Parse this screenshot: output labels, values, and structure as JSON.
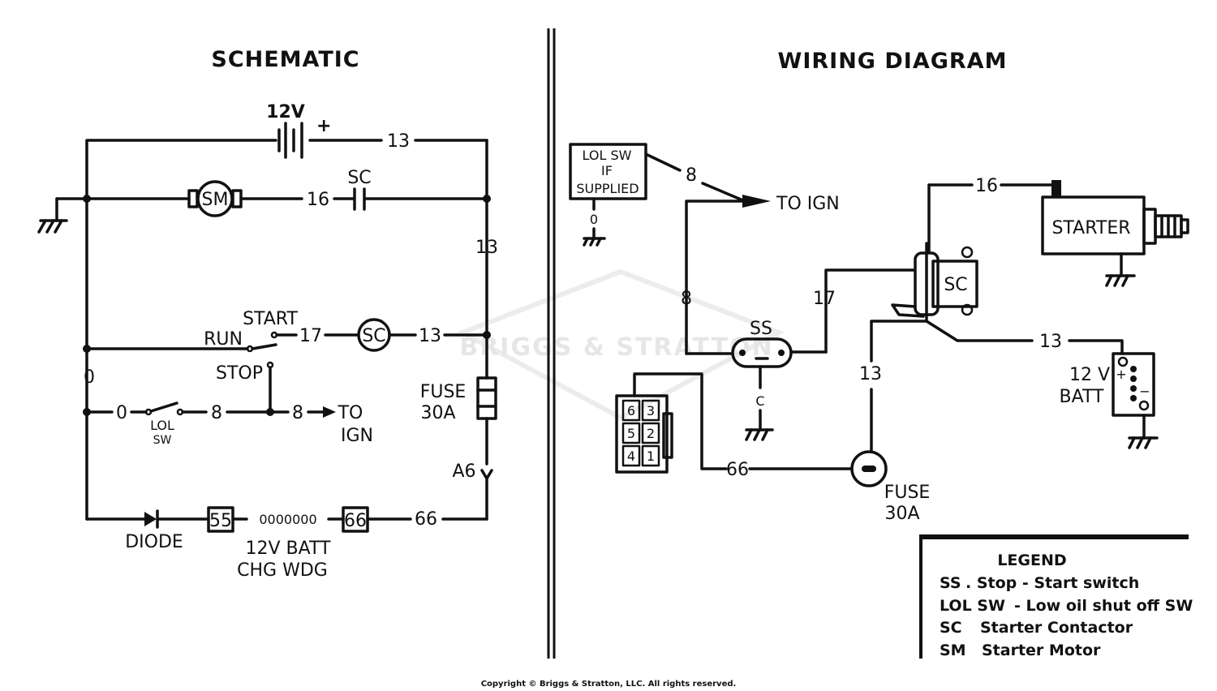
{
  "schematic": {
    "title": "SCHEMATIC",
    "battery_voltage": "12V",
    "battery_plus": "+",
    "wire_13_top": "13",
    "wire_16": "16",
    "wire_13_right": "13",
    "wire_17": "17",
    "wire_13_mid": "13",
    "wire_0": "0",
    "wire_0b": "0",
    "wire_8a": "8",
    "wire_8b": "8",
    "wire_66": "66",
    "a6": "A6",
    "sm": "SM",
    "sc_label": "SC",
    "sc_coil": "SC",
    "start": "START",
    "run": "RUN",
    "stop": "STOP",
    "lol": "LOL",
    "sw": "SW",
    "to": "TO",
    "ign": "IGN",
    "fuse": "FUSE",
    "fuse_amp": "30A",
    "diode": "DIODE",
    "term_55": "55",
    "term_66": "66",
    "coil_label": "0000000",
    "batt_line1": "12V  BATT",
    "batt_line2": "CHG  WDG"
  },
  "wiring": {
    "title": "WIRING DIAGRAM",
    "lol_box_1": "LOL SW",
    "lol_box_2": "IF",
    "lol_box_3": "SUPPLIED",
    "lol_wire_0": "0",
    "wire_8a": "8",
    "wire_8b": "8",
    "to_ign": "TO IGN",
    "wire_16": "16",
    "starter": "STARTER",
    "sc": "SC",
    "ss": "SS",
    "wire_17": "17",
    "wire_13a": "13",
    "wire_13b": "13",
    "wire_c": "C",
    "wire_66": "66",
    "fuse": "FUSE",
    "fuse_amp": "30A",
    "batt_line1": "12 V",
    "batt_line2": "BATT",
    "batt_plus": "+",
    "batt_minus": "−",
    "conn_cells": [
      "6",
      "3",
      "5",
      "2",
      "4",
      "1"
    ]
  },
  "legend": {
    "title": "LEGEND",
    "items": [
      {
        "abbr": "SS",
        "desc": ". Stop - Start switch"
      },
      {
        "abbr": "LOL SW",
        "desc": "- Low oil shut off SW"
      },
      {
        "abbr": "SC",
        "desc": "Starter Contactor"
      },
      {
        "abbr": "SM",
        "desc": "Starter Motor"
      }
    ]
  },
  "watermark": "BRIGGS & STRATTON",
  "copyright": "Copyright © Briggs & Stratton, LLC. All rights reserved."
}
